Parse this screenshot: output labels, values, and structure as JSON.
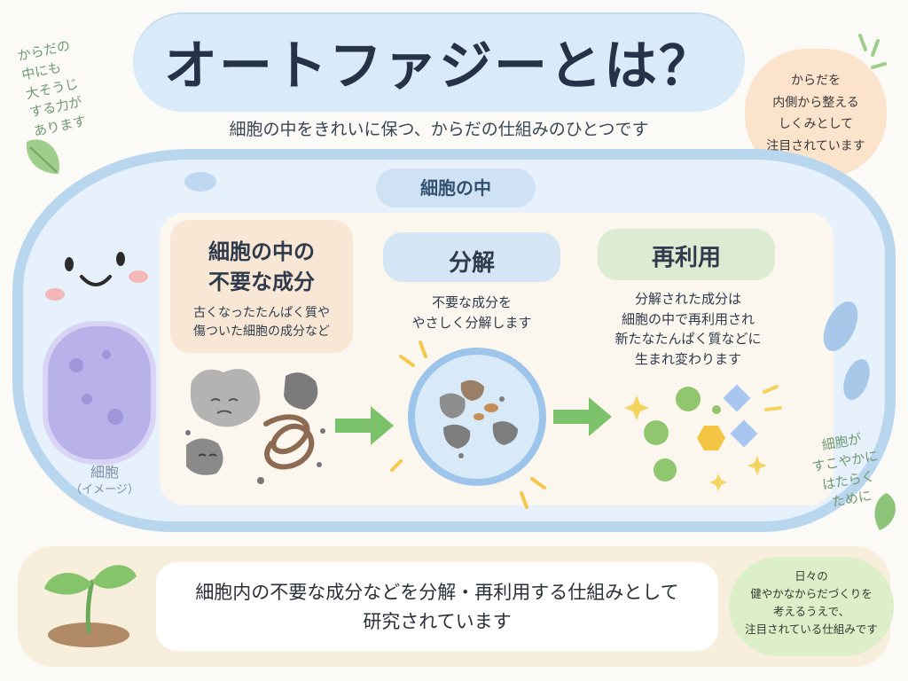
{
  "title": "オートファジーとは？",
  "subtitle": "細胞の中をきれいに保つ、からだの仕組みのひとつです",
  "notes": {
    "left": [
      "からだの",
      "中にも",
      "大そうじ",
      "する力が",
      "あります"
    ],
    "right": [
      "からだを",
      "内側から整える",
      "しくみとして",
      "注目されています"
    ],
    "mid_right": [
      "細胞が",
      "すこやかに",
      "はたらく",
      "ために"
    ]
  },
  "cell": {
    "chip": "細胞の中",
    "label": [
      "細胞",
      "（イメージ）"
    ]
  },
  "steps": [
    {
      "title": [
        "細胞の中の",
        "不要な成分"
      ],
      "desc": [
        "古くなったたんぱく質や",
        "傷ついた細胞の成分など"
      ]
    },
    {
      "title": [
        "分解"
      ],
      "desc": [
        "不要な成分を",
        "やさしく分解します"
      ]
    },
    {
      "title": [
        "再利用"
      ],
      "desc": [
        "分解された成分は",
        "細胞の中で再利用され",
        "新たなたんぱく質などに",
        "生まれ変わります"
      ]
    }
  ],
  "bottom": {
    "main": [
      "細胞内の不要な成分などを分解・再利用する仕組みとして",
      "研究されています"
    ],
    "note": [
      "日々の",
      "健やかなからだづくりを",
      "考えるうえで、",
      "注目されている仕組みです"
    ]
  },
  "colors": {
    "title_bubble": "#d9eaf8",
    "cell_border": "#b9d6ef",
    "arrow": "#7cc26a",
    "debris": "#7d7d7d",
    "nucleus": "#b9b1ea"
  }
}
